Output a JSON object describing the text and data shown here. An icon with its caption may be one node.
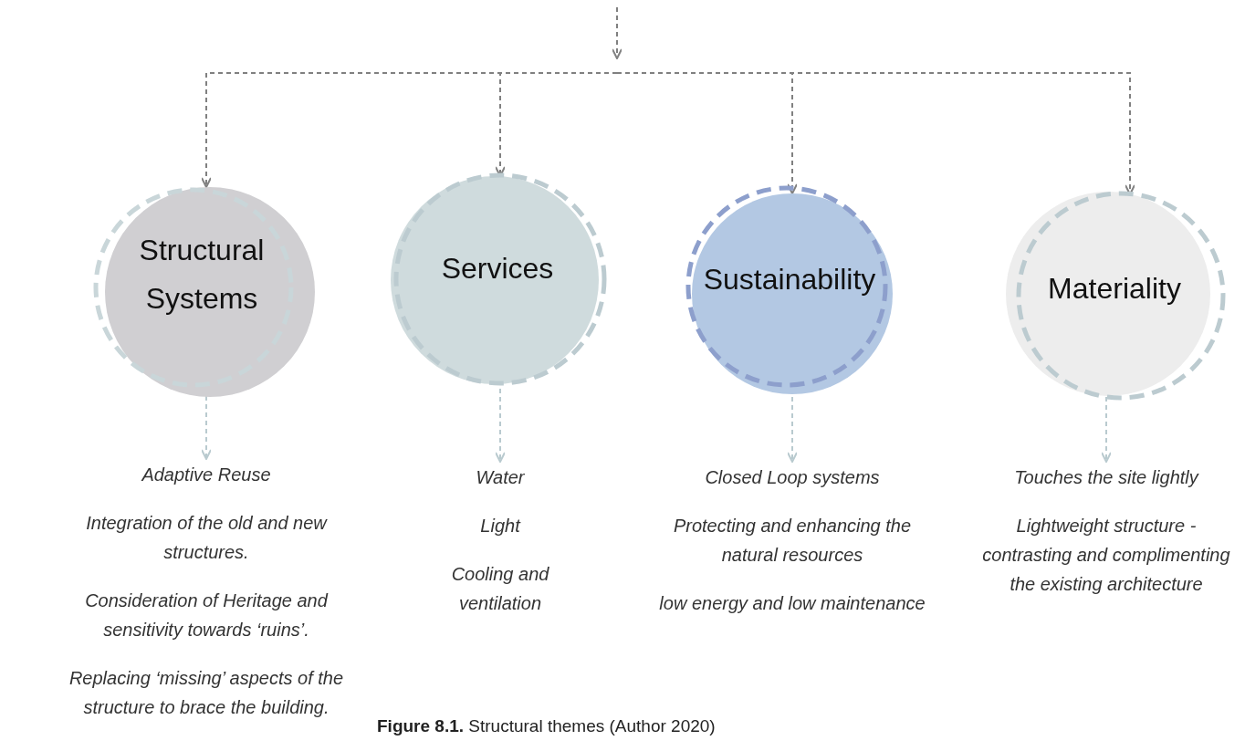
{
  "diagram": {
    "caption": "**Figure 8.1.** Structural themes (Author 2020)",
    "nodes": [
      {
        "text": [
          "Structural Systems"
        ]
      },
      {
        "text": [
          "Services"
        ]
      },
      {
        "text": [
          "Sustainability"
        ]
      },
      {
        "text": [
          "Materiality"
        ]
      },
      {
        "text": [
          "Adaptive Reuse",
          "Integration of the old and new structures.",
          "Consideration of Heritage and sensitivity towards ‘ruins’.",
          "Replacing ‘missing’ aspects of the structure to brace the building."
        ]
      },
      {
        "text": [
          "Water",
          "Light",
          "Cooling and ventilation"
        ]
      },
      {
        "text": [
          "Closed Loop systems",
          "Protecting and enhancing the natural resources",
          "low energy and low maintenance"
        ]
      },
      {
        "text": [
          "Touches the site lightly",
          "Lightweight structure - contrasting and complimenting the existing architecture"
        ]
      }
    ],
    "edges": [
      {
        "from": null,
        "to": 0,
        "arrow": "to",
        "style": "dashed",
        "color": "#808080"
      },
      {
        "from": null,
        "to": 1,
        "arrow": "to",
        "style": "dashed",
        "color": "#808080"
      },
      {
        "from": null,
        "to": 2,
        "arrow": "to",
        "style": "dashed",
        "color": "#808080"
      },
      {
        "from": null,
        "to": 3,
        "arrow": "to",
        "style": "dashed",
        "color": "#808080"
      },
      {
        "from": 0,
        "to": 4,
        "arrow": "to",
        "style": "dashed",
        "color": "#b9cacf"
      },
      {
        "from": 1,
        "to": 5,
        "arrow": "to",
        "style": "dashed",
        "color": "#b9cacf"
      },
      {
        "from": 2,
        "to": 6,
        "arrow": "to",
        "style": "dashed",
        "color": "#b9cacf"
      },
      {
        "from": 3,
        "to": 7,
        "arrow": "to",
        "style": "dashed",
        "color": "#b9cacf"
      }
    ]
  }
}
